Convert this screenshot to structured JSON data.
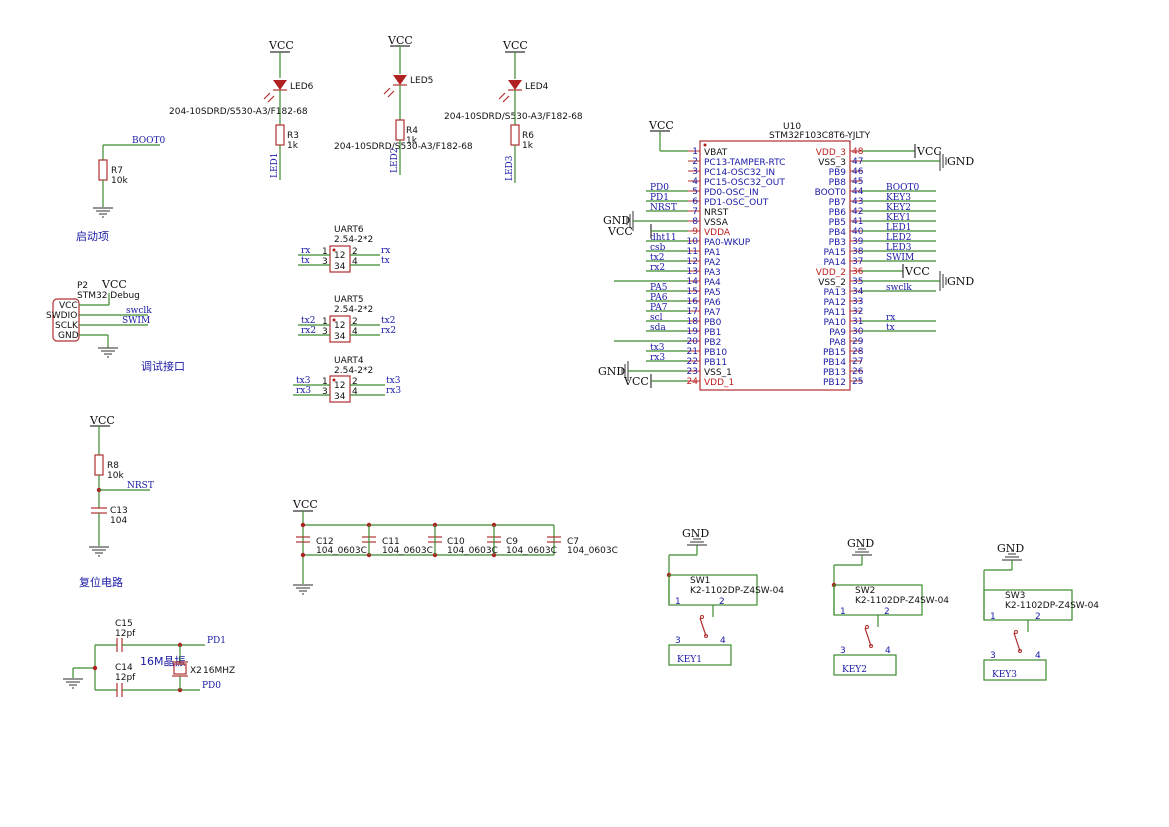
{
  "power": {
    "vcc": "VCC",
    "gnd": "GND"
  },
  "leds": [
    {
      "ref": "LED6",
      "res": "R3",
      "val": "1k",
      "net": "LED1",
      "part": "204-10SDRD/S530-A3/F182-68"
    },
    {
      "ref": "LED5",
      "res": "R4",
      "val": "1k",
      "net": "LED2",
      "part": "204-10SDRD/S530-A3/F182-68"
    },
    {
      "ref": "LED4",
      "res": "R6",
      "val": "1k",
      "net": "LED3",
      "part": "204-10SDRD/S530-A3/F182-68"
    }
  ],
  "boot": {
    "net": "BOOT0",
    "res": "R7",
    "val": "10k",
    "caption": "启动项"
  },
  "debug": {
    "ref": "P2",
    "part": "STM32 Debug",
    "pins": [
      "VCC",
      "SWDIO",
      "SCLK",
      "GND"
    ],
    "nets": [
      "swclk",
      "SWIM"
    ],
    "caption": "调试接口"
  },
  "reset": {
    "res": "R8",
    "res_val": "10k",
    "cap": "C13",
    "cap_val": "104",
    "net": "NRST",
    "caption": "复位电路"
  },
  "crystal": {
    "c1": "C15",
    "c1_val": "12pf",
    "c2": "C14",
    "c2_val": "12pf",
    "xtal": "X2",
    "xtal_val": "16MHZ",
    "caption": "16M晶振",
    "n1": "PD1",
    "n0": "PD0"
  },
  "uarts": [
    {
      "ref": "UART6",
      "part": "2.54-2*2",
      "nl1": "rx",
      "nl2": "tx",
      "nr1": "rx",
      "nr2": "tx"
    },
    {
      "ref": "UART5",
      "part": "2.54-2*2",
      "nl1": "tx2",
      "nl2": "rx2",
      "nr1": "tx2",
      "nr2": "rx2"
    },
    {
      "ref": "UART4",
      "part": "2.54-2*2",
      "nl1": "tx3",
      "nl2": "rx3",
      "nr1": "tx3",
      "nr2": "rx3"
    }
  ],
  "uart_pins": {
    "p1": "1",
    "p2": "2",
    "p3": "3",
    "p4": "4",
    "body_top": "12",
    "body_bot": "34"
  },
  "caps": {
    "part": "104_0603C",
    "refs": [
      "C12",
      "C11",
      "C10",
      "C9",
      "C7"
    ]
  },
  "switches": [
    {
      "ref": "SW1",
      "part": "K2-1102DP-Z4SW-04",
      "key": "KEY1"
    },
    {
      "ref": "SW2",
      "part": "K2-1102DP-Z4SW-04",
      "key": "KEY2"
    },
    {
      "ref": "SW3",
      "part": "K2-1102DP-Z4SW-04",
      "key": "KEY3"
    }
  ],
  "sw_pins": [
    "1",
    "2",
    "3",
    "4"
  ],
  "mcu": {
    "ref": "U10",
    "part": "STM32F103C8T6-YJLTY",
    "left": [
      {
        "n": "1",
        "name": "VBAT",
        "net": ""
      },
      {
        "n": "2",
        "name": "PC13-TAMPER-RTC",
        "net": ""
      },
      {
        "n": "3",
        "name": "PC14-OSC32_IN",
        "net": ""
      },
      {
        "n": "4",
        "name": "PC15-OSC32_OUT",
        "net": ""
      },
      {
        "n": "5",
        "name": "PD0-OSC_IN",
        "net": "PD0"
      },
      {
        "n": "6",
        "name": "PD1-OSC_OUT",
        "net": "PD1"
      },
      {
        "n": "7",
        "name": "NRST",
        "net": "NRST"
      },
      {
        "n": "8",
        "name": "VSSA",
        "net": ""
      },
      {
        "n": "9",
        "name": "VDDA",
        "net": ""
      },
      {
        "n": "10",
        "name": "PA0-WKUP",
        "net": "dht11"
      },
      {
        "n": "11",
        "name": "PA1",
        "net": "csb"
      },
      {
        "n": "12",
        "name": "PA2",
        "net": "tx2"
      },
      {
        "n": "13",
        "name": "PA3",
        "net": "rx2"
      },
      {
        "n": "14",
        "name": "PA4",
        "net": ""
      },
      {
        "n": "15",
        "name": "PA5",
        "net": "PA5"
      },
      {
        "n": "16",
        "name": "PA6",
        "net": "PA6"
      },
      {
        "n": "17",
        "name": "PA7",
        "net": "PA7"
      },
      {
        "n": "18",
        "name": "PB0",
        "net": "scl"
      },
      {
        "n": "19",
        "name": "PB1",
        "net": "sda"
      },
      {
        "n": "20",
        "name": "PB2",
        "net": ""
      },
      {
        "n": "21",
        "name": "PB10",
        "net": "tx3"
      },
      {
        "n": "22",
        "name": "PB11",
        "net": "rx3"
      },
      {
        "n": "23",
        "name": "VSS_1",
        "net": ""
      },
      {
        "n": "24",
        "name": "VDD_1",
        "net": ""
      }
    ],
    "right": [
      {
        "n": "48",
        "name": "VDD_3",
        "net": ""
      },
      {
        "n": "47",
        "name": "VSS_3",
        "net": ""
      },
      {
        "n": "46",
        "name": "PB9",
        "net": ""
      },
      {
        "n": "45",
        "name": "PB8",
        "net": ""
      },
      {
        "n": "44",
        "name": "BOOT0",
        "net": "BOOT0"
      },
      {
        "n": "43",
        "name": "PB7",
        "net": "KEY3"
      },
      {
        "n": "42",
        "name": "PB6",
        "net": "KEY2"
      },
      {
        "n": "41",
        "name": "PB5",
        "net": "KEY1"
      },
      {
        "n": "40",
        "name": "PB4",
        "net": "LED1"
      },
      {
        "n": "39",
        "name": "PB3",
        "net": "LED2"
      },
      {
        "n": "38",
        "name": "PA15",
        "net": "LED3"
      },
      {
        "n": "37",
        "name": "PA14",
        "net": "SWIM"
      },
      {
        "n": "36",
        "name": "VDD_2",
        "net": ""
      },
      {
        "n": "35",
        "name": "VSS_2",
        "net": ""
      },
      {
        "n": "34",
        "name": "PA13",
        "net": "swclk"
      },
      {
        "n": "33",
        "name": "PA12",
        "net": ""
      },
      {
        "n": "32",
        "name": "PA11",
        "net": ""
      },
      {
        "n": "31",
        "name": "PA10",
        "net": "rx"
      },
      {
        "n": "30",
        "name": "PA9",
        "net": "tx"
      },
      {
        "n": "29",
        "name": "PA8",
        "net": ""
      },
      {
        "n": "28",
        "name": "PB15",
        "net": ""
      },
      {
        "n": "27",
        "name": "PB14",
        "net": ""
      },
      {
        "n": "26",
        "name": "PB13",
        "net": ""
      },
      {
        "n": "25",
        "name": "PB12",
        "net": ""
      }
    ]
  }
}
